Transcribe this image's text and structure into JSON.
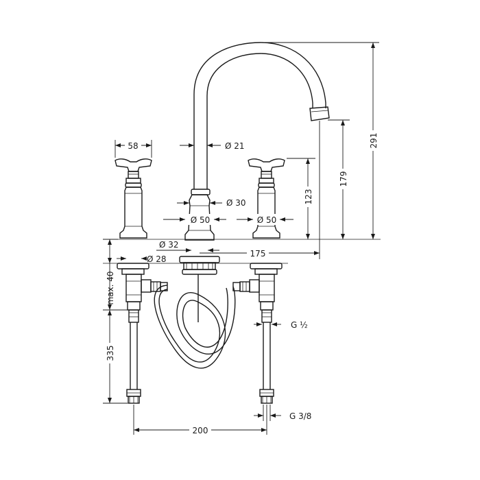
{
  "dimensions": {
    "handle_width": "58",
    "spout_diameter": "Ø 21",
    "spout_base_diameter": "Ø 30",
    "spout_flange_diameter": "Ø 50",
    "right_flange_diameter": "Ø 50",
    "hole_spout": "Ø 32",
    "hole_valve": "Ø 28",
    "valve_offset": "175",
    "valve_height": "123",
    "spout_height": "179",
    "overall_height": "291",
    "max_deck": "max. 40",
    "hose_length": "335",
    "center_spacing": "200",
    "thread_half": "G ½",
    "thread_three_eighths": "G 3/8"
  }
}
